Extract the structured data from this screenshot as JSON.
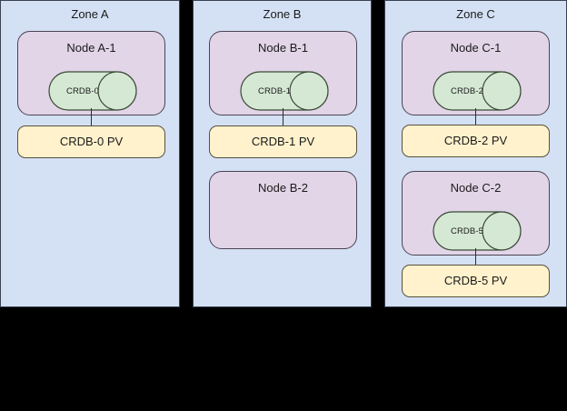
{
  "diagram": {
    "background_color": "#000000",
    "zone_fill": "#d4e1f5",
    "node_fill": "#e1d5e7",
    "db_fill": "#d5e8d4",
    "pv_fill": "#fff2cc",
    "stroke_color": "#3b4252"
  },
  "zones": [
    {
      "title": "Zone A",
      "nodes": [
        {
          "title": "Node A-1",
          "database": {
            "label": "CRDB-0",
            "shape": "cylinder"
          },
          "volume": {
            "label": "CRDB-0 PV"
          },
          "connector": true
        }
      ]
    },
    {
      "title": "Zone B",
      "nodes": [
        {
          "title": "Node B-1",
          "database": {
            "label": "CRDB-1",
            "shape": "cylinder"
          },
          "volume": {
            "label": "CRDB-1 PV"
          },
          "connector": true
        },
        {
          "title": "Node B-2",
          "database": null,
          "volume": null,
          "connector": false
        }
      ]
    },
    {
      "title": "Zone C",
      "nodes": [
        {
          "title": "Node C-1",
          "database": {
            "label": "CRDB-2",
            "shape": "cylinder"
          },
          "volume": {
            "label": "CRDB-2 PV"
          },
          "connector": true
        },
        {
          "title": "Node C-2",
          "database": {
            "label": "CRDB-5",
            "shape": "cylinder"
          },
          "volume": {
            "label": "CRDB-5 PV"
          },
          "connector": true
        }
      ]
    }
  ]
}
